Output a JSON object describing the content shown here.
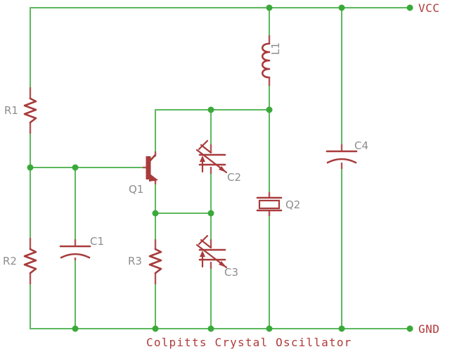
{
  "diagram": {
    "title": "Colpitts Crystal Oscillator",
    "type": "circuit-schematic",
    "colors": {
      "wire": "#5cb85c",
      "node": "#3aa93a",
      "component": "#a83b3b",
      "reference_label": "#8d8d8d",
      "net_label": "#b03a3a",
      "background": "#ffffff"
    },
    "nets": [
      {
        "name": "VCC",
        "label": "VCC"
      },
      {
        "name": "GND",
        "label": "GND"
      }
    ],
    "components": [
      {
        "ref": "R1",
        "label": "R1",
        "kind": "resistor"
      },
      {
        "ref": "R2",
        "label": "R2",
        "kind": "resistor"
      },
      {
        "ref": "R3",
        "label": "R3",
        "kind": "resistor"
      },
      {
        "ref": "C1",
        "label": "C1",
        "kind": "polarized-capacitor"
      },
      {
        "ref": "C2",
        "label": "C2",
        "kind": "variable-capacitor"
      },
      {
        "ref": "C3",
        "label": "C3",
        "kind": "variable-capacitor"
      },
      {
        "ref": "C4",
        "label": "C4",
        "kind": "polarized-capacitor"
      },
      {
        "ref": "L1",
        "label": "L1",
        "kind": "inductor"
      },
      {
        "ref": "Q1",
        "label": "Q1",
        "kind": "npn-transistor"
      },
      {
        "ref": "Q2",
        "label": "Q2",
        "kind": "crystal"
      }
    ]
  }
}
